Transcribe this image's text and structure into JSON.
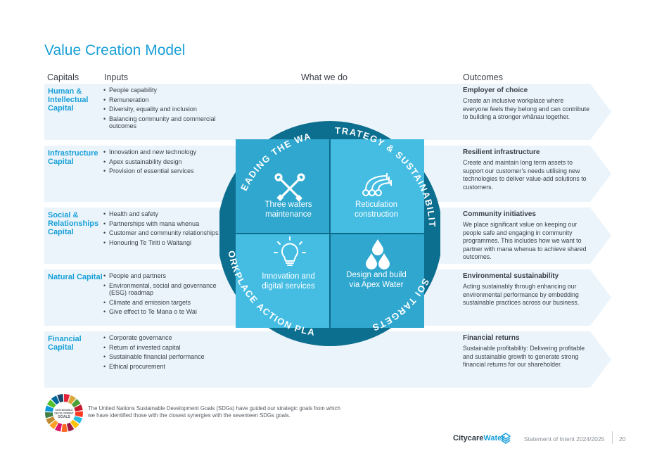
{
  "title": "Value Creation Model",
  "columns": {
    "capitals": "Capitals",
    "inputs": "Inputs",
    "what_we_do": "What we do",
    "outcomes": "Outcomes"
  },
  "rows": [
    {
      "capital": "Human & Intellectual Capital",
      "inputs": [
        "People capability",
        "Remuneration",
        "Diversity, equality and inclusion",
        "Balancing community and commercial outcomes"
      ],
      "outcome_title": "Employer of choice",
      "outcome_text": "Create an inclusive workplace where everyone feels they belong and can contribute to building a stronger whānau together."
    },
    {
      "capital": "Infrastructure Capital",
      "inputs": [
        "Innovation and new technology",
        "Apex sustainability design",
        "Provision of essential services"
      ],
      "outcome_title": "Resilient infrastructure",
      "outcome_text": "Create and maintain long term assets to support our customer’s needs utilising new technologies to deliver value-add solutions to customers."
    },
    {
      "capital": "Social & Relationships Capital",
      "inputs": [
        "Health and safety",
        "Partnerships with mana whenua",
        "Customer and community relationships",
        "Honouring Te Tiriti o Waitangi"
      ],
      "outcome_title": "Community initiatives",
      "outcome_text": "We place significant value on keeping our people safe and engaging in community programmes. This includes how we want to partner with mana whenua to achieve shared outcomes."
    },
    {
      "capital": "Natural Capital",
      "inputs": [
        "People and partners",
        "Environmental, social and governance (ESG) roadmap",
        "Climate and emission targets",
        "Give effect to Te Mana o te Wai"
      ],
      "outcome_title": "Environmental sustainability",
      "outcome_text": "Acting sustainably through enhancing our environmental performance by embedding sustainable practices across our business."
    },
    {
      "capital": "Financial Capital",
      "inputs": [
        "Corporate governance",
        "Return of invested capital",
        "Sustainable financial performance",
        "Ethical procurement"
      ],
      "outcome_title": "Financial returns",
      "outcome_text": "Sustainable profitability: Delivering profitable and sustainable growth to generate strong financial returns for our shareholder."
    }
  ],
  "wheel": {
    "ring_labels": [
      "LEADING THE WAY",
      "STRATEGY & SUSTAINABILITY",
      "SOI TARGETS",
      "WORKPLACE ACTION PLAN"
    ],
    "quadrants": [
      {
        "line1": "Three waters",
        "line2": "maintenance",
        "icon": "tools-icon"
      },
      {
        "line1": "Reticulation",
        "line2": "construction",
        "icon": "pipes-icon"
      },
      {
        "line1": "Innovation and",
        "line2": "digital services",
        "icon": "lightbulb-icon"
      },
      {
        "line1": "Design and build",
        "line2": "via Apex Water",
        "icon": "water-drops-icon"
      }
    ],
    "colors": {
      "ring": "#0d6f8f",
      "quad_dark": "#30a7cf",
      "quad_light": "#45bde3",
      "chevron_bg": "#eaf4fa"
    }
  },
  "sdg_note": "The United Nations Sustainable Development Goals (SDGs) have guided our strategic goals from which we have identified those with the closest synergies with the seventeen SDGs goals.",
  "sdg_logo_text": {
    "l1": "SUSTAINABLE",
    "l2": "DEVELOPMENT",
    "l3": "GOALS"
  },
  "footer": {
    "brand_main": "Citycare",
    "brand_accent": "Water",
    "document": "Statement of Intent 2024/2025",
    "page": "20"
  }
}
